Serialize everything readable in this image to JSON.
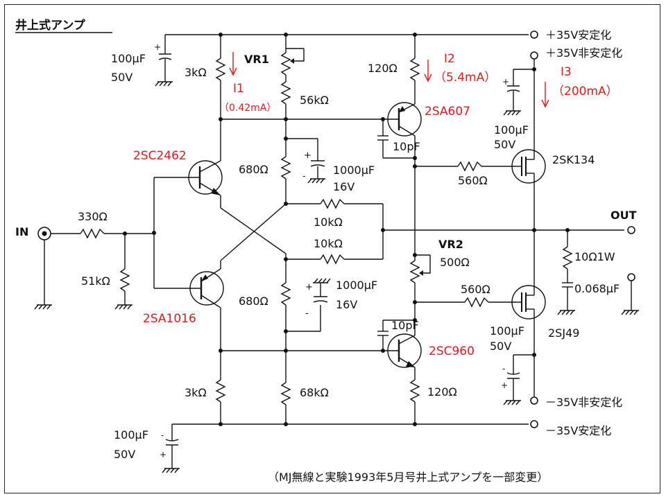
{
  "title": "井上式アンプ",
  "caption": "（MJ無線と実験1993年5月号井上式アンプを一部変更）",
  "rails": {
    "pos_reg": "＋35V安定化",
    "pos_unreg": "＋35V非安定化",
    "neg_unreg": "－35V非安定化",
    "neg_reg": "－35V安定化"
  },
  "io": {
    "in": "IN",
    "out": "OUT"
  },
  "transistors": {
    "q1": "2SC2462",
    "q2": "2SA1016",
    "q3": "2SA607",
    "q4": "2SC960",
    "q5": "2SK134",
    "q6": "2SJ49"
  },
  "resistors": {
    "r_in": "330Ω",
    "r_bias": "51kΩ",
    "r_q1_top": "3kΩ",
    "r_q2_bot": "3kΩ",
    "r_vr1_series": "56kΩ",
    "r_680_top": "680Ω",
    "r_680_bot": "680Ω",
    "r_fb1": "10kΩ",
    "r_fb2": "10kΩ",
    "r_68k": "68kΩ",
    "r_q3_emit": "120Ω",
    "r_q4_emit": "120Ω",
    "r_gate_top": "560Ω",
    "r_gate_bot": "560Ω",
    "r_zobel": "10Ω1W"
  },
  "pots": {
    "vr1": "VR1",
    "vr2": "VR2",
    "vr2_value": "500Ω"
  },
  "capacitors": {
    "c_top_left_val": "100μF",
    "c_top_left_v": "50V",
    "c_bot_left_val": "100μF",
    "c_bot_left_v": "50V",
    "c_top_right_val": "100μF",
    "c_top_right_v": "50V",
    "c_bot_right_val": "100μF",
    "c_bot_right_v": "50V",
    "c_1000_top_val": "1000μF",
    "c_1000_top_v": "16V",
    "c_1000_bot_val": "1000μF",
    "c_1000_bot_v": "16V",
    "c_q3": "10pF",
    "c_q4": "10pF",
    "c_zobel": "0.068μF"
  },
  "currents": {
    "i1": "I1",
    "i1_val": "（0.42mA）",
    "i2": "I2",
    "i2_val": "（5.4mA）",
    "i3": "I3",
    "i3_val": "（200mA）"
  },
  "colors": {
    "annotation": "#e8171a",
    "ink": "#111111",
    "background": "#ffffff"
  }
}
